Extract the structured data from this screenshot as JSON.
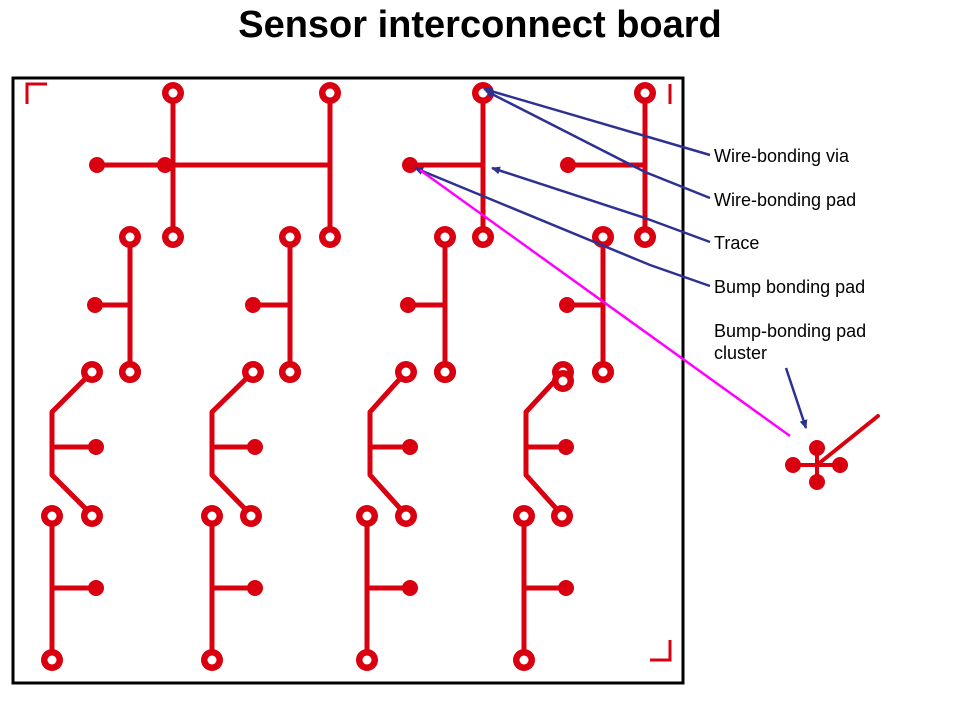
{
  "title": "Sensor interconnect board",
  "colors": {
    "trace": "#d9000f",
    "pointer": "#2e3192",
    "cluster_pointer": "#ff00ff",
    "board_border": "#000000"
  },
  "legend": {
    "items": [
      {
        "id": "wire-bonding-via",
        "label": "Wire-bonding via"
      },
      {
        "id": "wire-bonding-pad",
        "label": "Wire-bonding pad"
      },
      {
        "id": "trace",
        "label": "Trace"
      },
      {
        "id": "bump-bonding-pad",
        "label": "Bump bonding pad"
      },
      {
        "id": "bump-bonding-pad-cluster",
        "label": "Bump-bonding pad cluster"
      }
    ]
  }
}
